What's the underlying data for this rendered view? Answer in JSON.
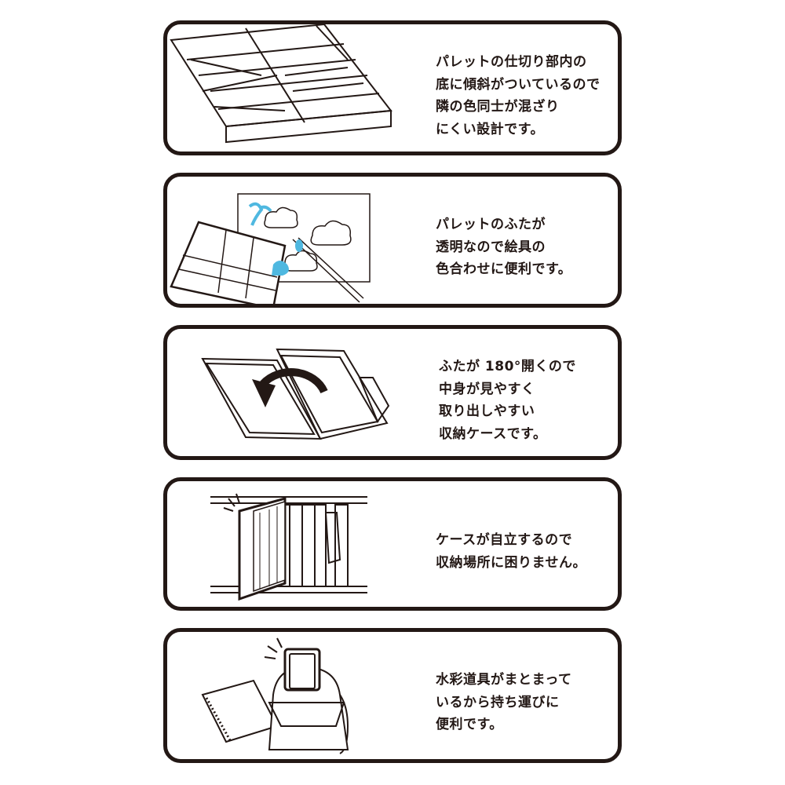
{
  "features": [
    {
      "lines": [
        "パレットの仕切り部内の",
        "底に傾斜がついているので",
        "隣の色同士が混ざり",
        "にくい設計です。"
      ]
    },
    {
      "lines": [
        "パレットのふたが",
        "透明なので絵具の",
        "色合わせに便利です。"
      ]
    },
    {
      "lines": [
        "ふたが 180°開くので",
        "中身が見やすく",
        "取り出しやすい",
        "収納ケースです。"
      ]
    },
    {
      "lines": [
        "ケースが自立するので",
        "収納場所に困りません。"
      ]
    },
    {
      "lines": [
        "水彩道具がまとまって",
        "いるから持ち運びに",
        "便利です。"
      ]
    }
  ],
  "colors": {
    "border": "#231815",
    "accent": "#4fb8e0"
  }
}
